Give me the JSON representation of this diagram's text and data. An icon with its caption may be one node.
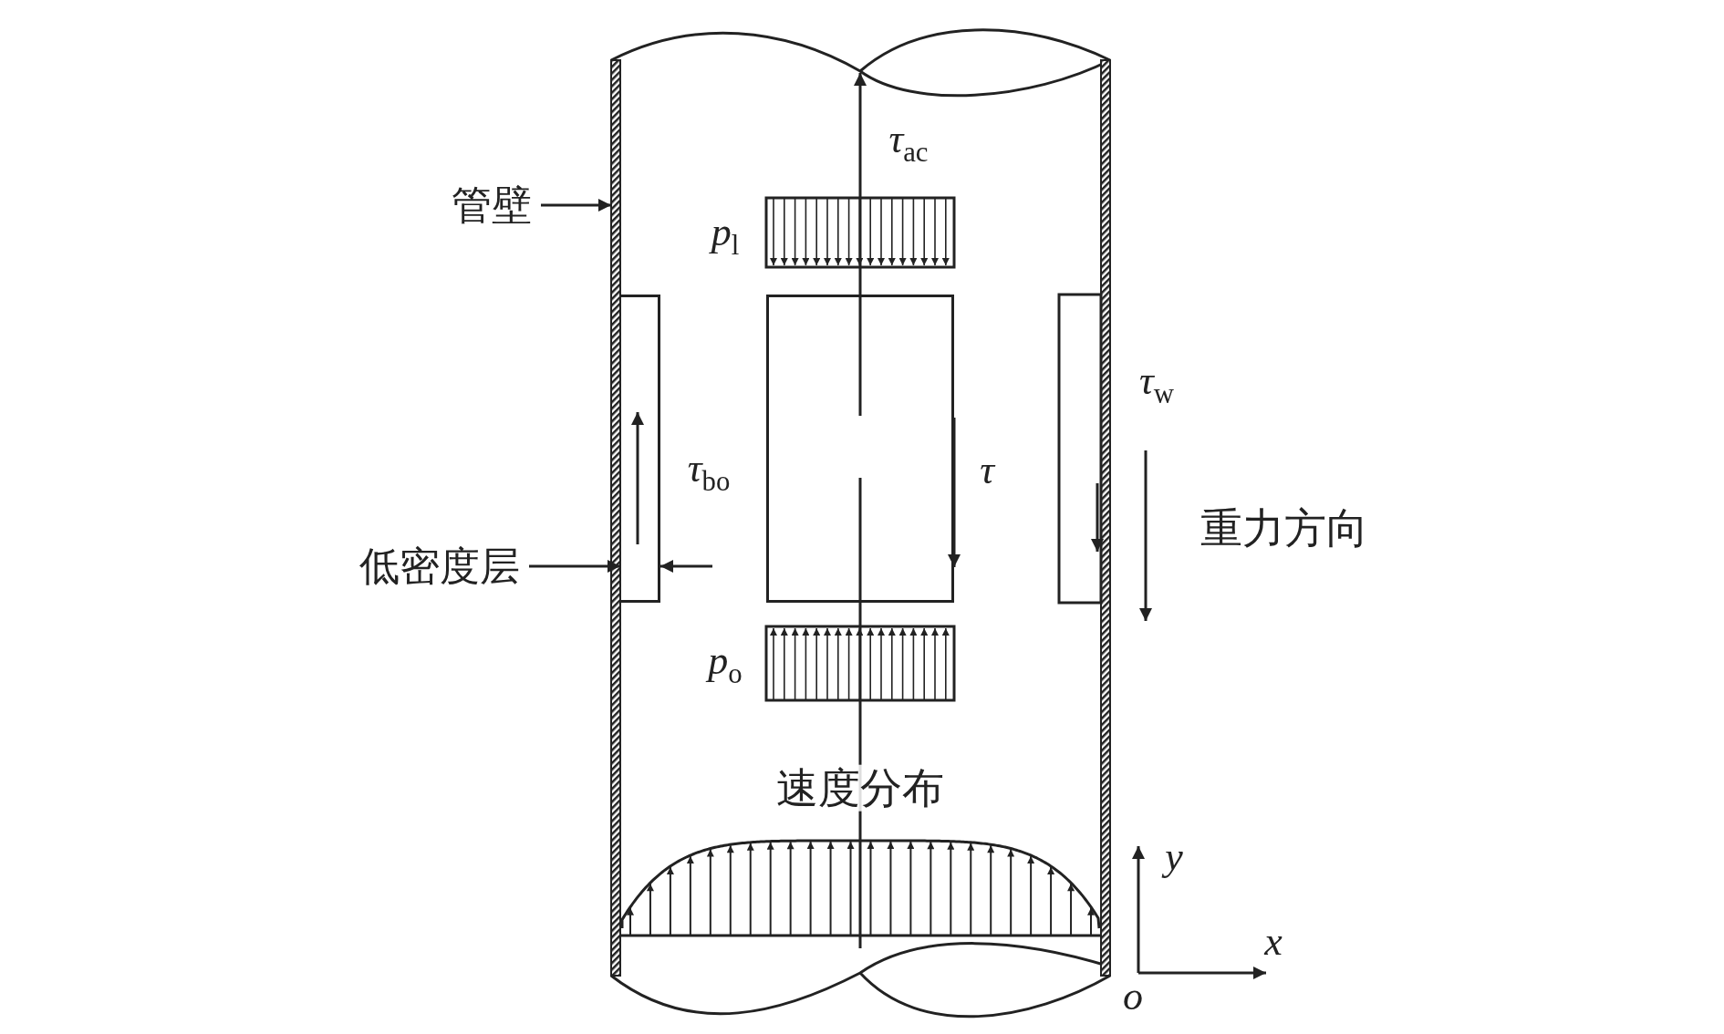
{
  "diagram": {
    "nodes": [
      {
        "text": [
          "管壁"
        ]
      },
      {
        "text": [
          "低密度层"
        ]
      },
      {
        "text": [],
        "shape": "box"
      },
      {
        "text": [],
        "shape": "box"
      }
    ],
    "edges": [
      {
        "from": 0,
        "to": null,
        "arrow": "to"
      },
      {
        "from": 1,
        "to": 2,
        "arrow": "to"
      },
      {
        "from": null,
        "to": 2,
        "arrow": "to"
      }
    ],
    "labels": [
      "*τ*$_{ac}$",
      "*p*$_{l}$",
      "*τ*$_{w}$",
      "*τ*$_{bo}$",
      "*τ*",
      "重力方向",
      "*p*$_{o}$",
      "速度分布",
      "y",
      "x",
      "o"
    ]
  }
}
